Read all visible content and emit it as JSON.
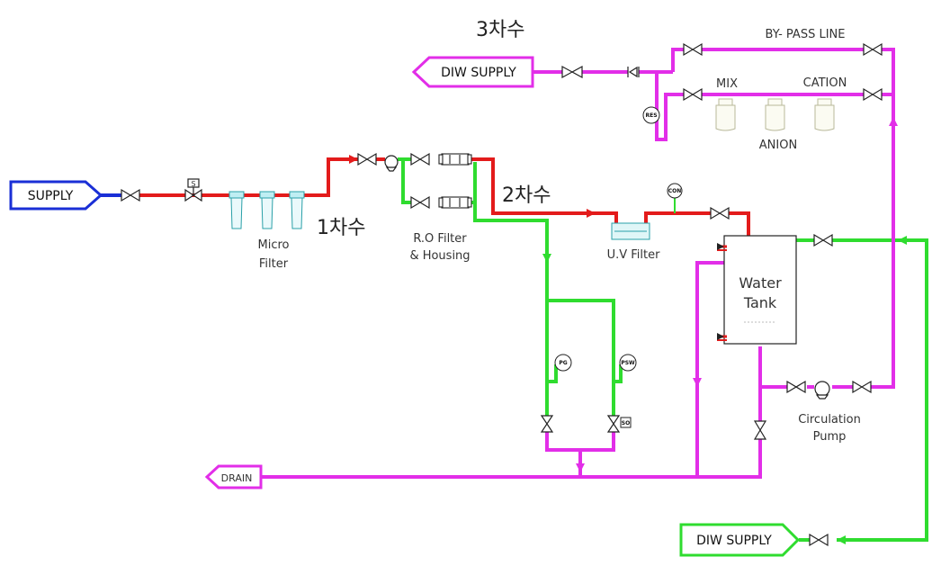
{
  "stages": {
    "first": "1차수",
    "second": "2차수",
    "third": "3차수"
  },
  "boxes": {
    "supply": "SUPPLY",
    "diw_supply_top": "DIW SUPPLY",
    "diw_supply_bottom": "DIW SUPPLY",
    "drain": "DRAIN"
  },
  "labels": {
    "micro_filter_1": "Micro",
    "micro_filter_2": "Filter",
    "ro_filter_1": "R.O Filter",
    "ro_filter_2": "& Housing",
    "uv_filter": "U.V Filter",
    "water_tank_1": "Water",
    "water_tank_2": "Tank",
    "circulation_pump_1": "Circulation",
    "circulation_pump_2": "Pump",
    "bypass_line": "BY- PASS LINE",
    "mix": "MIX",
    "cation": "CATION",
    "anion": "ANION"
  },
  "instrument_tags": {
    "solenoid": "S",
    "con": "CON",
    "pg": "PG",
    "psw": "PSW",
    "res": "RES",
    "so": "SO"
  },
  "colors": {
    "supply_line": "#1a2fd6",
    "raw_line": "#e31b1b",
    "ro_line": "#2fdc2f",
    "diw_line": "#e22ee8",
    "diw_return": "#2fdc2f"
  }
}
